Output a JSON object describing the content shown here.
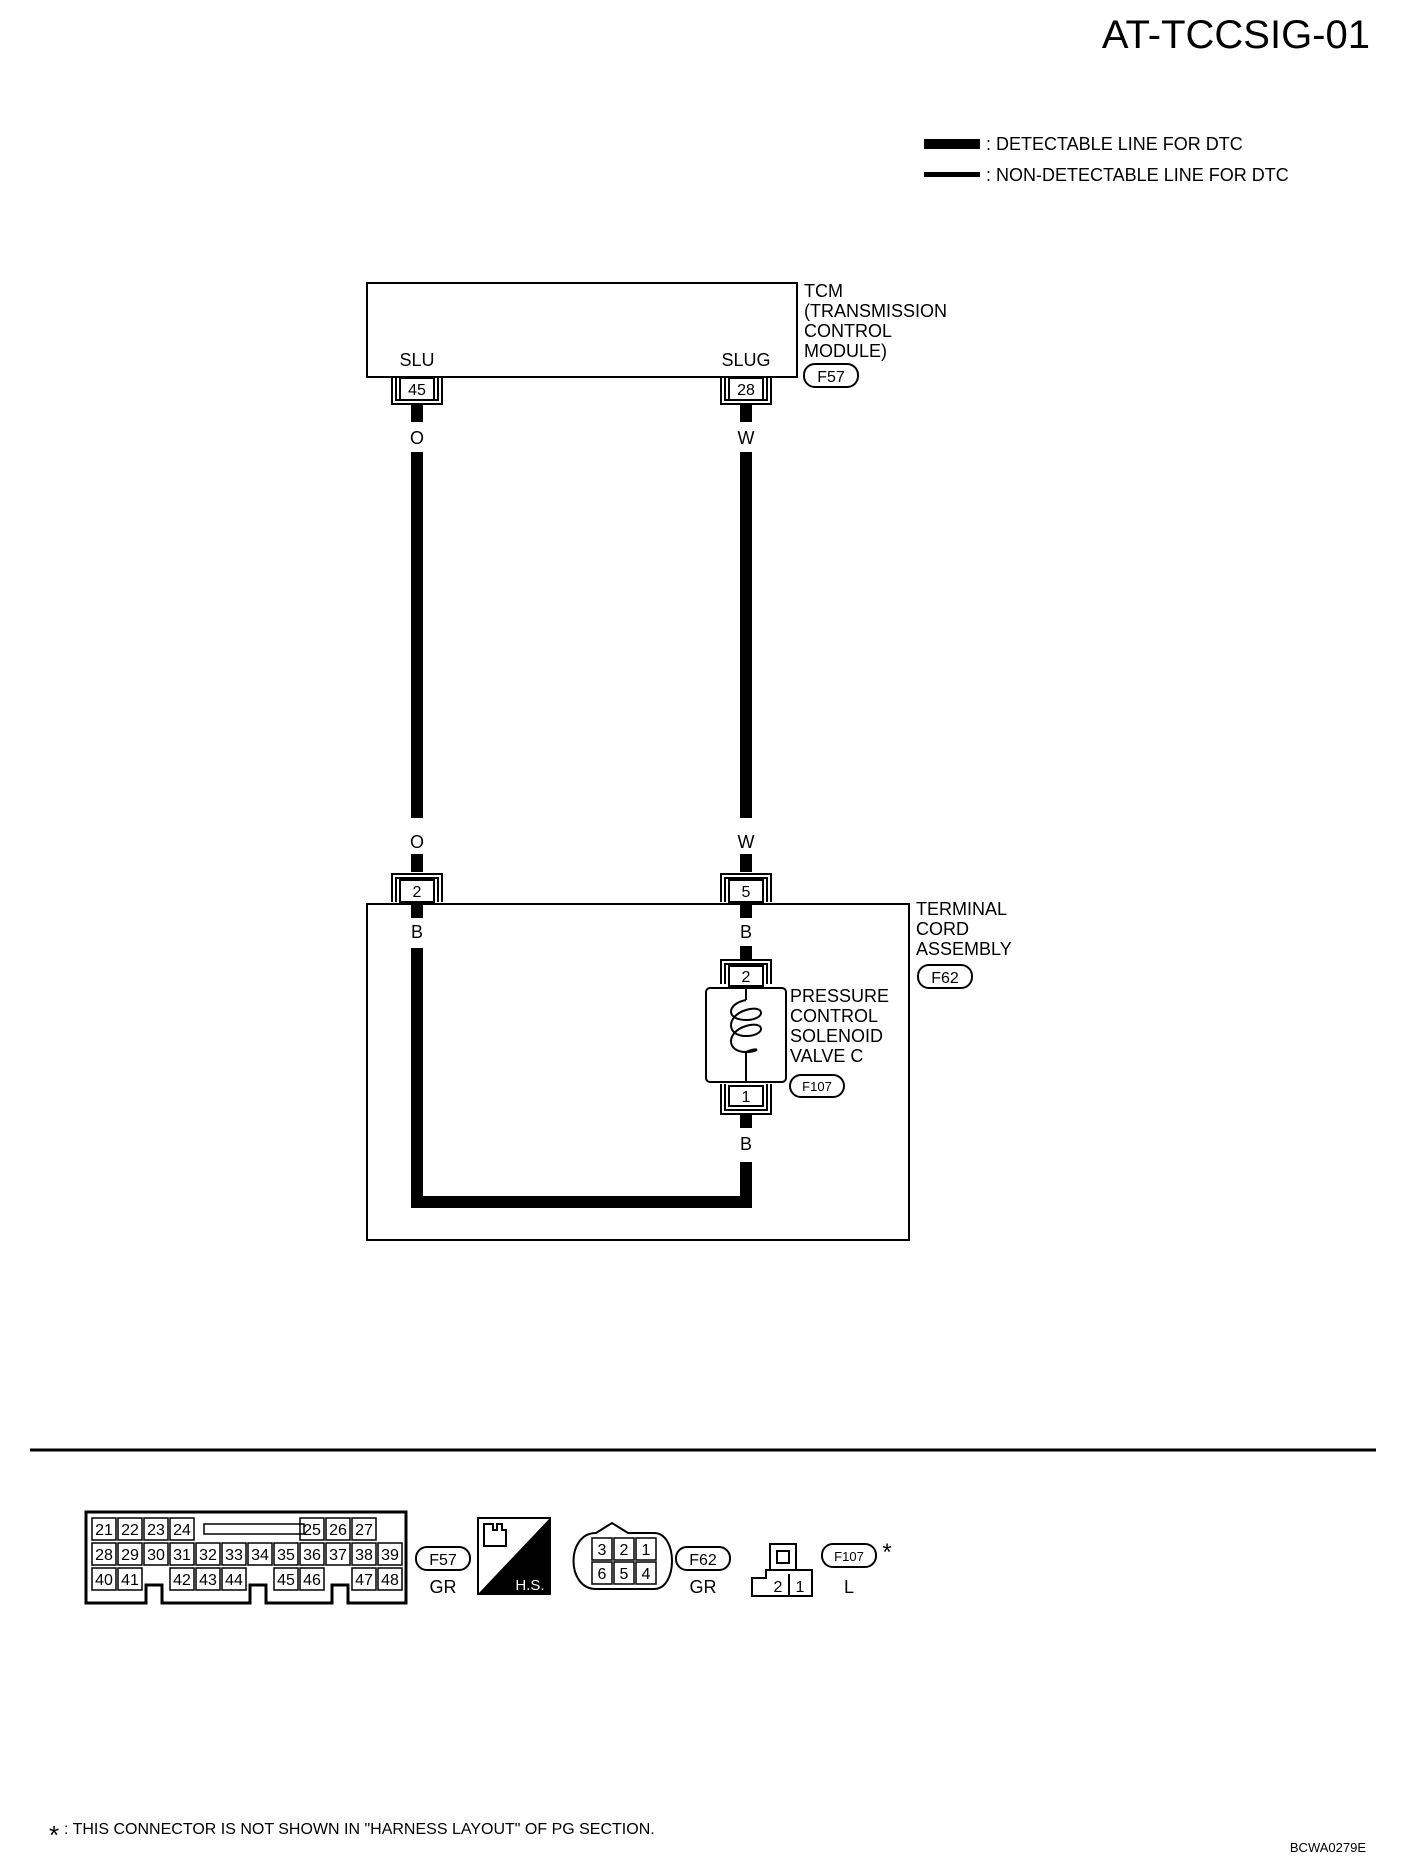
{
  "page_title": "AT-TCCSIG-01",
  "legend": {
    "detectable": ": DETECTABLE LINE FOR DTC",
    "non_detectable": ": NON-DETECTABLE LINE FOR DTC"
  },
  "tcm": {
    "name_lines": [
      "TCM",
      "(TRANSMISSION",
      "CONTROL",
      "MODULE)"
    ],
    "connector": "F57",
    "pins": [
      {
        "label": "SLU",
        "number": "45",
        "wire_color": "O"
      },
      {
        "label": "SLUG",
        "number": "28",
        "wire_color": "W"
      }
    ]
  },
  "terminal_cord": {
    "name_lines": [
      "TERMINAL",
      "CORD",
      "ASSEMBLY"
    ],
    "connector": "F62",
    "pins": [
      {
        "number": "2",
        "wire_color_above": "O",
        "wire_color_below": "B"
      },
      {
        "number": "5",
        "wire_color_above": "W",
        "wire_color_below": "B"
      }
    ]
  },
  "solenoid": {
    "name_lines": [
      "PRESSURE",
      "CONTROL",
      "SOLENOID",
      "VALVE C"
    ],
    "connector": "F107",
    "pin_top": "2",
    "pin_bottom": "1",
    "wire_color_below": "B"
  },
  "connectors_panel": {
    "f57": {
      "id": "F57",
      "color": "GR",
      "rows": [
        [
          "21",
          "22",
          "23",
          "24",
          "",
          "25",
          "26",
          "27"
        ],
        [
          "28",
          "29",
          "30",
          "31",
          "32",
          "33",
          "34",
          "35",
          "36",
          "37",
          "38",
          "39"
        ],
        [
          "40",
          "41",
          "42",
          "43",
          "44",
          "45",
          "46",
          "47",
          "48"
        ]
      ]
    },
    "hs_label": "H.S.",
    "f62": {
      "id": "F62",
      "color": "GR",
      "top": [
        "3",
        "2",
        "1"
      ],
      "bottom": [
        "6",
        "5",
        "4"
      ]
    },
    "f107": {
      "id": "F107",
      "color": "L",
      "pins": [
        "2",
        "1"
      ],
      "star": "*"
    }
  },
  "footnote": {
    "star": "*",
    "text": ": THIS CONNECTOR IS NOT SHOWN IN \"HARNESS LAYOUT\" OF PG SECTION."
  },
  "figure_code": "BCWA0279E",
  "colors": {
    "ink": "#000000",
    "background": "#ffffff"
  }
}
